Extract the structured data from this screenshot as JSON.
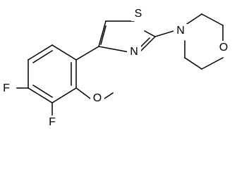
{
  "structure": {
    "atoms": {
      "sulfur": "S",
      "thiazole_nitrogen": "N",
      "morpholine_nitrogen": "N",
      "morpholine_oxygen": "O",
      "methoxy_oxygen": "O",
      "fluorine_top": "F",
      "fluorine_bottom": "F"
    }
  },
  "colors": {
    "bond": "#000000",
    "text": "#000000",
    "background": "#ffffff"
  }
}
